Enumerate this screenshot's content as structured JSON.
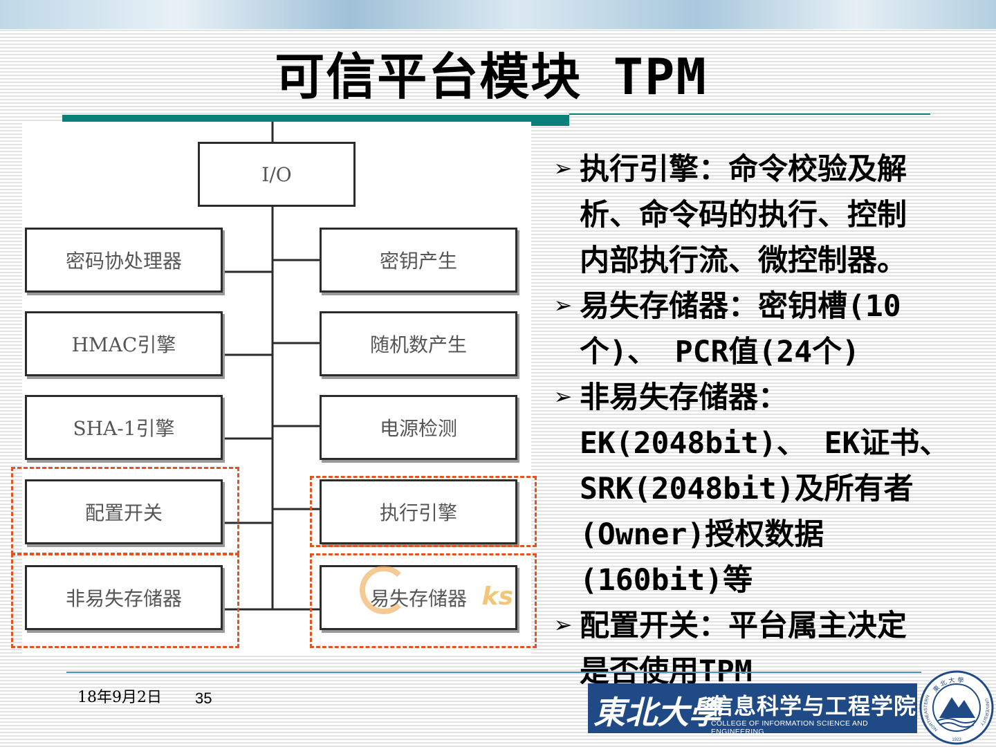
{
  "slide": {
    "title": "可信平台模块 TPM",
    "date": "18年9月2日",
    "page": "35"
  },
  "diagram": {
    "io_label": "I/O",
    "left_boxes": [
      "密码协处理器",
      "HMAC引擎",
      "SHA-1引擎",
      "配置开关",
      "非易失存储器"
    ],
    "right_boxes": [
      "密钥产生",
      "随机数产生",
      "电源检测",
      "执行引擎",
      "易失存储器"
    ],
    "watermark": "ks",
    "colors": {
      "dash": "#e2531f",
      "line": "#2b2b2b"
    }
  },
  "bullets": [
    {
      "mark": "➢",
      "lines": [
        "执行引擎：命令校验及解",
        "析、命令码的执行、控制",
        "内部执行流、微控制器。"
      ]
    },
    {
      "mark": "➢",
      "lines": [
        "易失存储器：密钥槽(10",
        "个)、 PCR值(24个)"
      ]
    },
    {
      "mark": "➢",
      "lines": [
        "非易失存储器：",
        "EK(2048bit)、 EK证书、",
        "SRK(2048bit)及所有者",
        "(Owner)授权数据",
        "(160bit)等"
      ]
    },
    {
      "mark": "➢",
      "lines": [
        "配置开关：平台属主决定",
        "是否使用TPM"
      ]
    }
  ],
  "logo": {
    "calligraphy": "東北大學",
    "college_cn": "信息科学与工程学院",
    "college_en": "COLLEGE OF INFORMATION SCIENCE AND ENGINEERING",
    "seal_top": "東 北 大 學",
    "seal_left": "NORTHEASTERN",
    "seal_right": "UNIVERSITY",
    "seal_year": "1923",
    "brand_color": "#1f4a86"
  },
  "theme": {
    "accent": "#0b7f7a",
    "footer_line": "#4f8fb8"
  }
}
